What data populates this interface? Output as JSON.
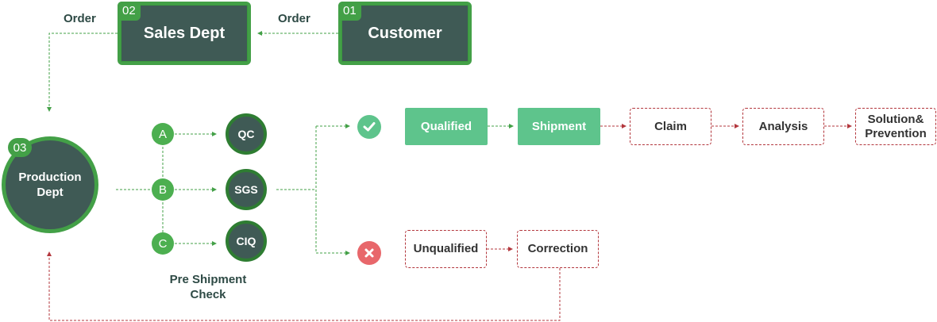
{
  "departments": {
    "customer": {
      "number": "01",
      "label": "Customer"
    },
    "sales": {
      "number": "02",
      "label": "Sales Dept"
    },
    "production": {
      "number": "03",
      "label": "Production Dept"
    }
  },
  "order_labels": {
    "left": "Order",
    "right": "Order"
  },
  "inspection": {
    "branches": [
      {
        "letter": "A",
        "check": "QC"
      },
      {
        "letter": "B",
        "check": "SGS"
      },
      {
        "letter": "C",
        "check": "CIQ"
      }
    ],
    "caption": "Pre Shipment Check"
  },
  "pass_flow": {
    "icon": "checkmark-icon",
    "steps": [
      "Qualified",
      "Shipment",
      "Claim",
      "Analysis",
      "Solution& Prevention"
    ]
  },
  "fail_flow": {
    "icon": "cross-icon",
    "steps": [
      "Unqualified",
      "Correction"
    ]
  },
  "colors": {
    "green": "#43a047",
    "dark_teal": "#3f5a55",
    "light_green": "#5ec48c",
    "red": "#e8676b",
    "dashed_red": "#b3373d"
  }
}
